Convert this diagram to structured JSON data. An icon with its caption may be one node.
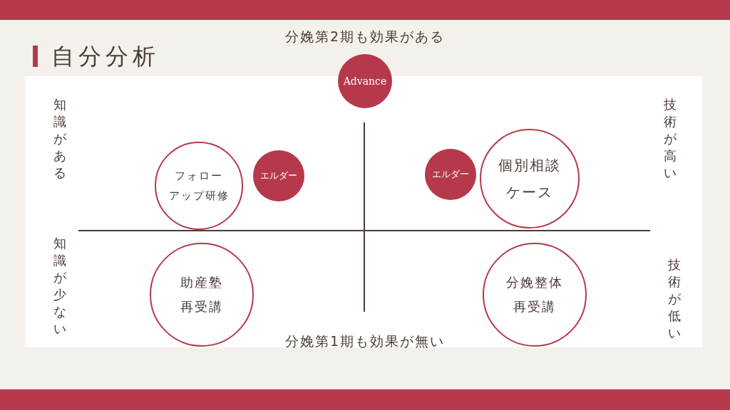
{
  "diagram": {
    "title": "自分分析",
    "nodes": [
      {
        "text": [
          "Advance"
        ]
      },
      {
        "text": [
          "フォローアップ研修"
        ]
      },
      {
        "text": [
          "エルダー"
        ]
      },
      {
        "text": [
          "エルダー"
        ]
      },
      {
        "text": [
          "個別相談ケース"
        ]
      },
      {
        "text": [
          "助産塾再受講"
        ]
      },
      {
        "text": [
          "分娩整体再受講"
        ]
      }
    ],
    "labels": [
      "分娩第2期も効果がある",
      "知識がある",
      "技術が高い",
      "知識が少ない",
      "技術が低い",
      "分娩第1期も効果が無い"
    ]
  }
}
